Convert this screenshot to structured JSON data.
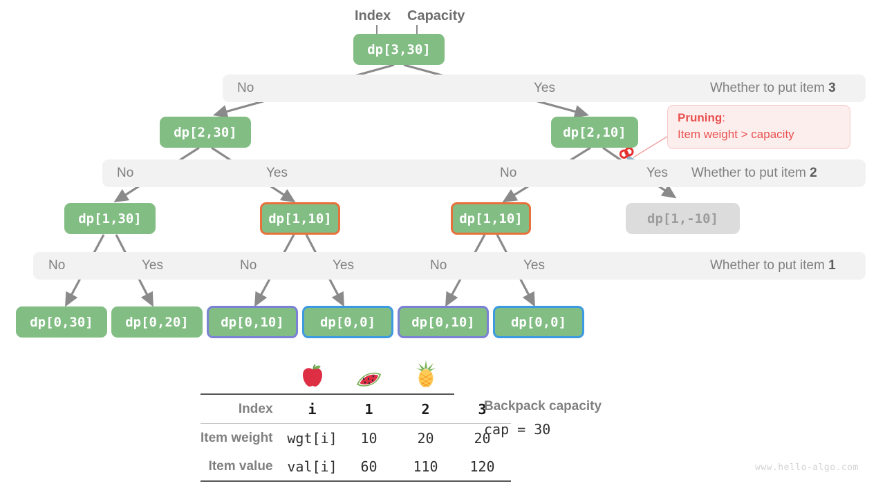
{
  "annotations": {
    "index_label": "Index",
    "capacity_label": "Capacity"
  },
  "tree": {
    "root": {
      "text": "dp[3,30]"
    },
    "level2": [
      {
        "text": "dp[2,30]"
      },
      {
        "text": "dp[2,10]"
      }
    ],
    "level3": [
      {
        "text": "dp[1,30]"
      },
      {
        "text": "dp[1,10]"
      },
      {
        "text": "dp[1,10]"
      },
      {
        "text": "dp[1,-10]"
      }
    ],
    "leaves": [
      {
        "text": "dp[0,30]"
      },
      {
        "text": "dp[0,20]"
      },
      {
        "text": "dp[0,10]"
      },
      {
        "text": "dp[0,0]"
      },
      {
        "text": "dp[0,10]"
      },
      {
        "text": "dp[0,0]"
      }
    ]
  },
  "decision_rows": [
    {
      "question": "Whether to put item ",
      "item": "3",
      "branches": [
        "No",
        "Yes"
      ]
    },
    {
      "question": "Whether to put item ",
      "item": "2",
      "branches": [
        "No",
        "Yes",
        "No",
        "Yes"
      ]
    },
    {
      "question": "Whether to put item ",
      "item": "1",
      "branches": [
        "No",
        "Yes",
        "No",
        "Yes",
        "No",
        "Yes"
      ]
    }
  ],
  "pruning": {
    "title": "Pruning",
    "colon": ":",
    "reason": "Item weight > capacity",
    "icon": "scissors-icon",
    "color": "#e8514f"
  },
  "table": {
    "fruits": [
      "apple-icon",
      "watermelon-icon",
      "pineapple-icon"
    ],
    "rows": [
      {
        "label": "Index",
        "name": "i",
        "values": [
          "1",
          "2",
          "3"
        ],
        "bold": true
      },
      {
        "label": "Item weight",
        "name": "wgt[i]",
        "values": [
          "10",
          "20",
          "20"
        ],
        "bold": false
      },
      {
        "label": "Item value",
        "name": "val[i]",
        "values": [
          "60",
          "110",
          "120"
        ],
        "bold": false
      }
    ]
  },
  "capacity": {
    "title": "Backpack capacity",
    "value": "cap = 30"
  },
  "watermark": "www.hello-algo.com",
  "colors": {
    "node_green": "#82bd84",
    "node_grey": "#dcdcdc",
    "border_orange": "#e8703a",
    "border_purple": "#7b82d6",
    "border_blue": "#3d9ae0",
    "bar_bg": "#f2f2f2",
    "edge": "#888888",
    "pruning_red": "#e8514f"
  }
}
